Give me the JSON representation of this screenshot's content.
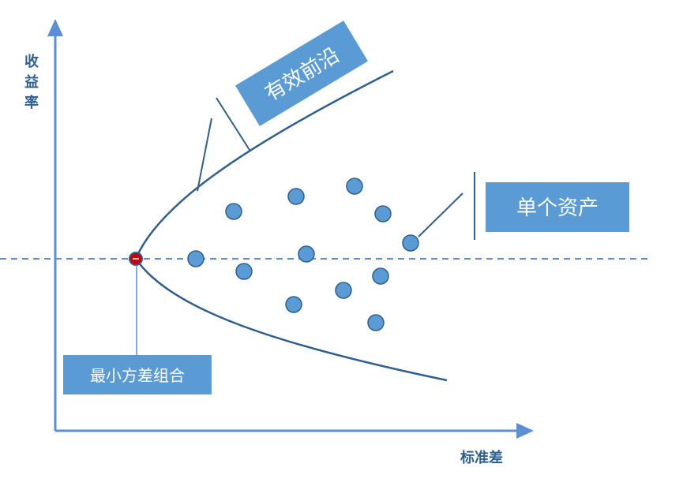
{
  "axes": {
    "y_label": [
      "收",
      "益",
      "率"
    ],
    "x_label": "标准差"
  },
  "callouts": {
    "efficient_frontier": "有效前沿",
    "single_asset": "单个资产",
    "min_variance": "最小方差组合"
  },
  "colors": {
    "axis": "#5b8fd6",
    "curve": "#2f5f8f",
    "callout_fill": "#5b9bd5",
    "callout_line": "#2f5f8f",
    "dot_fill": "#5b9bd5",
    "dot_stroke": "#2f5f8f",
    "min_point": "#cc0000",
    "text_axis": "#2f5f8f"
  },
  "icons": {
    "axis_arrow": "arrow-head-icon"
  }
}
